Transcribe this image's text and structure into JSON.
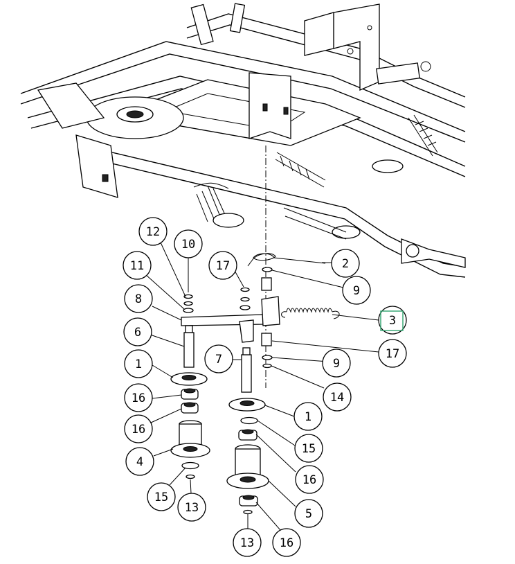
{
  "callouts": [
    {
      "id": "c12",
      "label": "12"
    },
    {
      "id": "c10",
      "label": "10"
    },
    {
      "id": "c11",
      "label": "11"
    },
    {
      "id": "c8",
      "label": "8"
    },
    {
      "id": "c6",
      "label": "6"
    },
    {
      "id": "c1a",
      "label": "1"
    },
    {
      "id": "c16a",
      "label": "16"
    },
    {
      "id": "c16b",
      "label": "16"
    },
    {
      "id": "c4",
      "label": "4"
    },
    {
      "id": "c15a",
      "label": "15"
    },
    {
      "id": "c13a",
      "label": "13"
    },
    {
      "id": "c17a",
      "label": "17"
    },
    {
      "id": "c7",
      "label": "7"
    },
    {
      "id": "c2",
      "label": "2"
    },
    {
      "id": "c9a",
      "label": "9"
    },
    {
      "id": "c3",
      "label": "3"
    },
    {
      "id": "c17b",
      "label": "17"
    },
    {
      "id": "c9b",
      "label": "9"
    },
    {
      "id": "c14",
      "label": "14"
    },
    {
      "id": "c1b",
      "label": "1"
    },
    {
      "id": "c15b",
      "label": "15"
    },
    {
      "id": "c16c",
      "label": "16"
    },
    {
      "id": "c5",
      "label": "5"
    },
    {
      "id": "c13b",
      "label": "13"
    },
    {
      "id": "c16d",
      "label": "16"
    }
  ],
  "highlight_color": "#3aa876"
}
